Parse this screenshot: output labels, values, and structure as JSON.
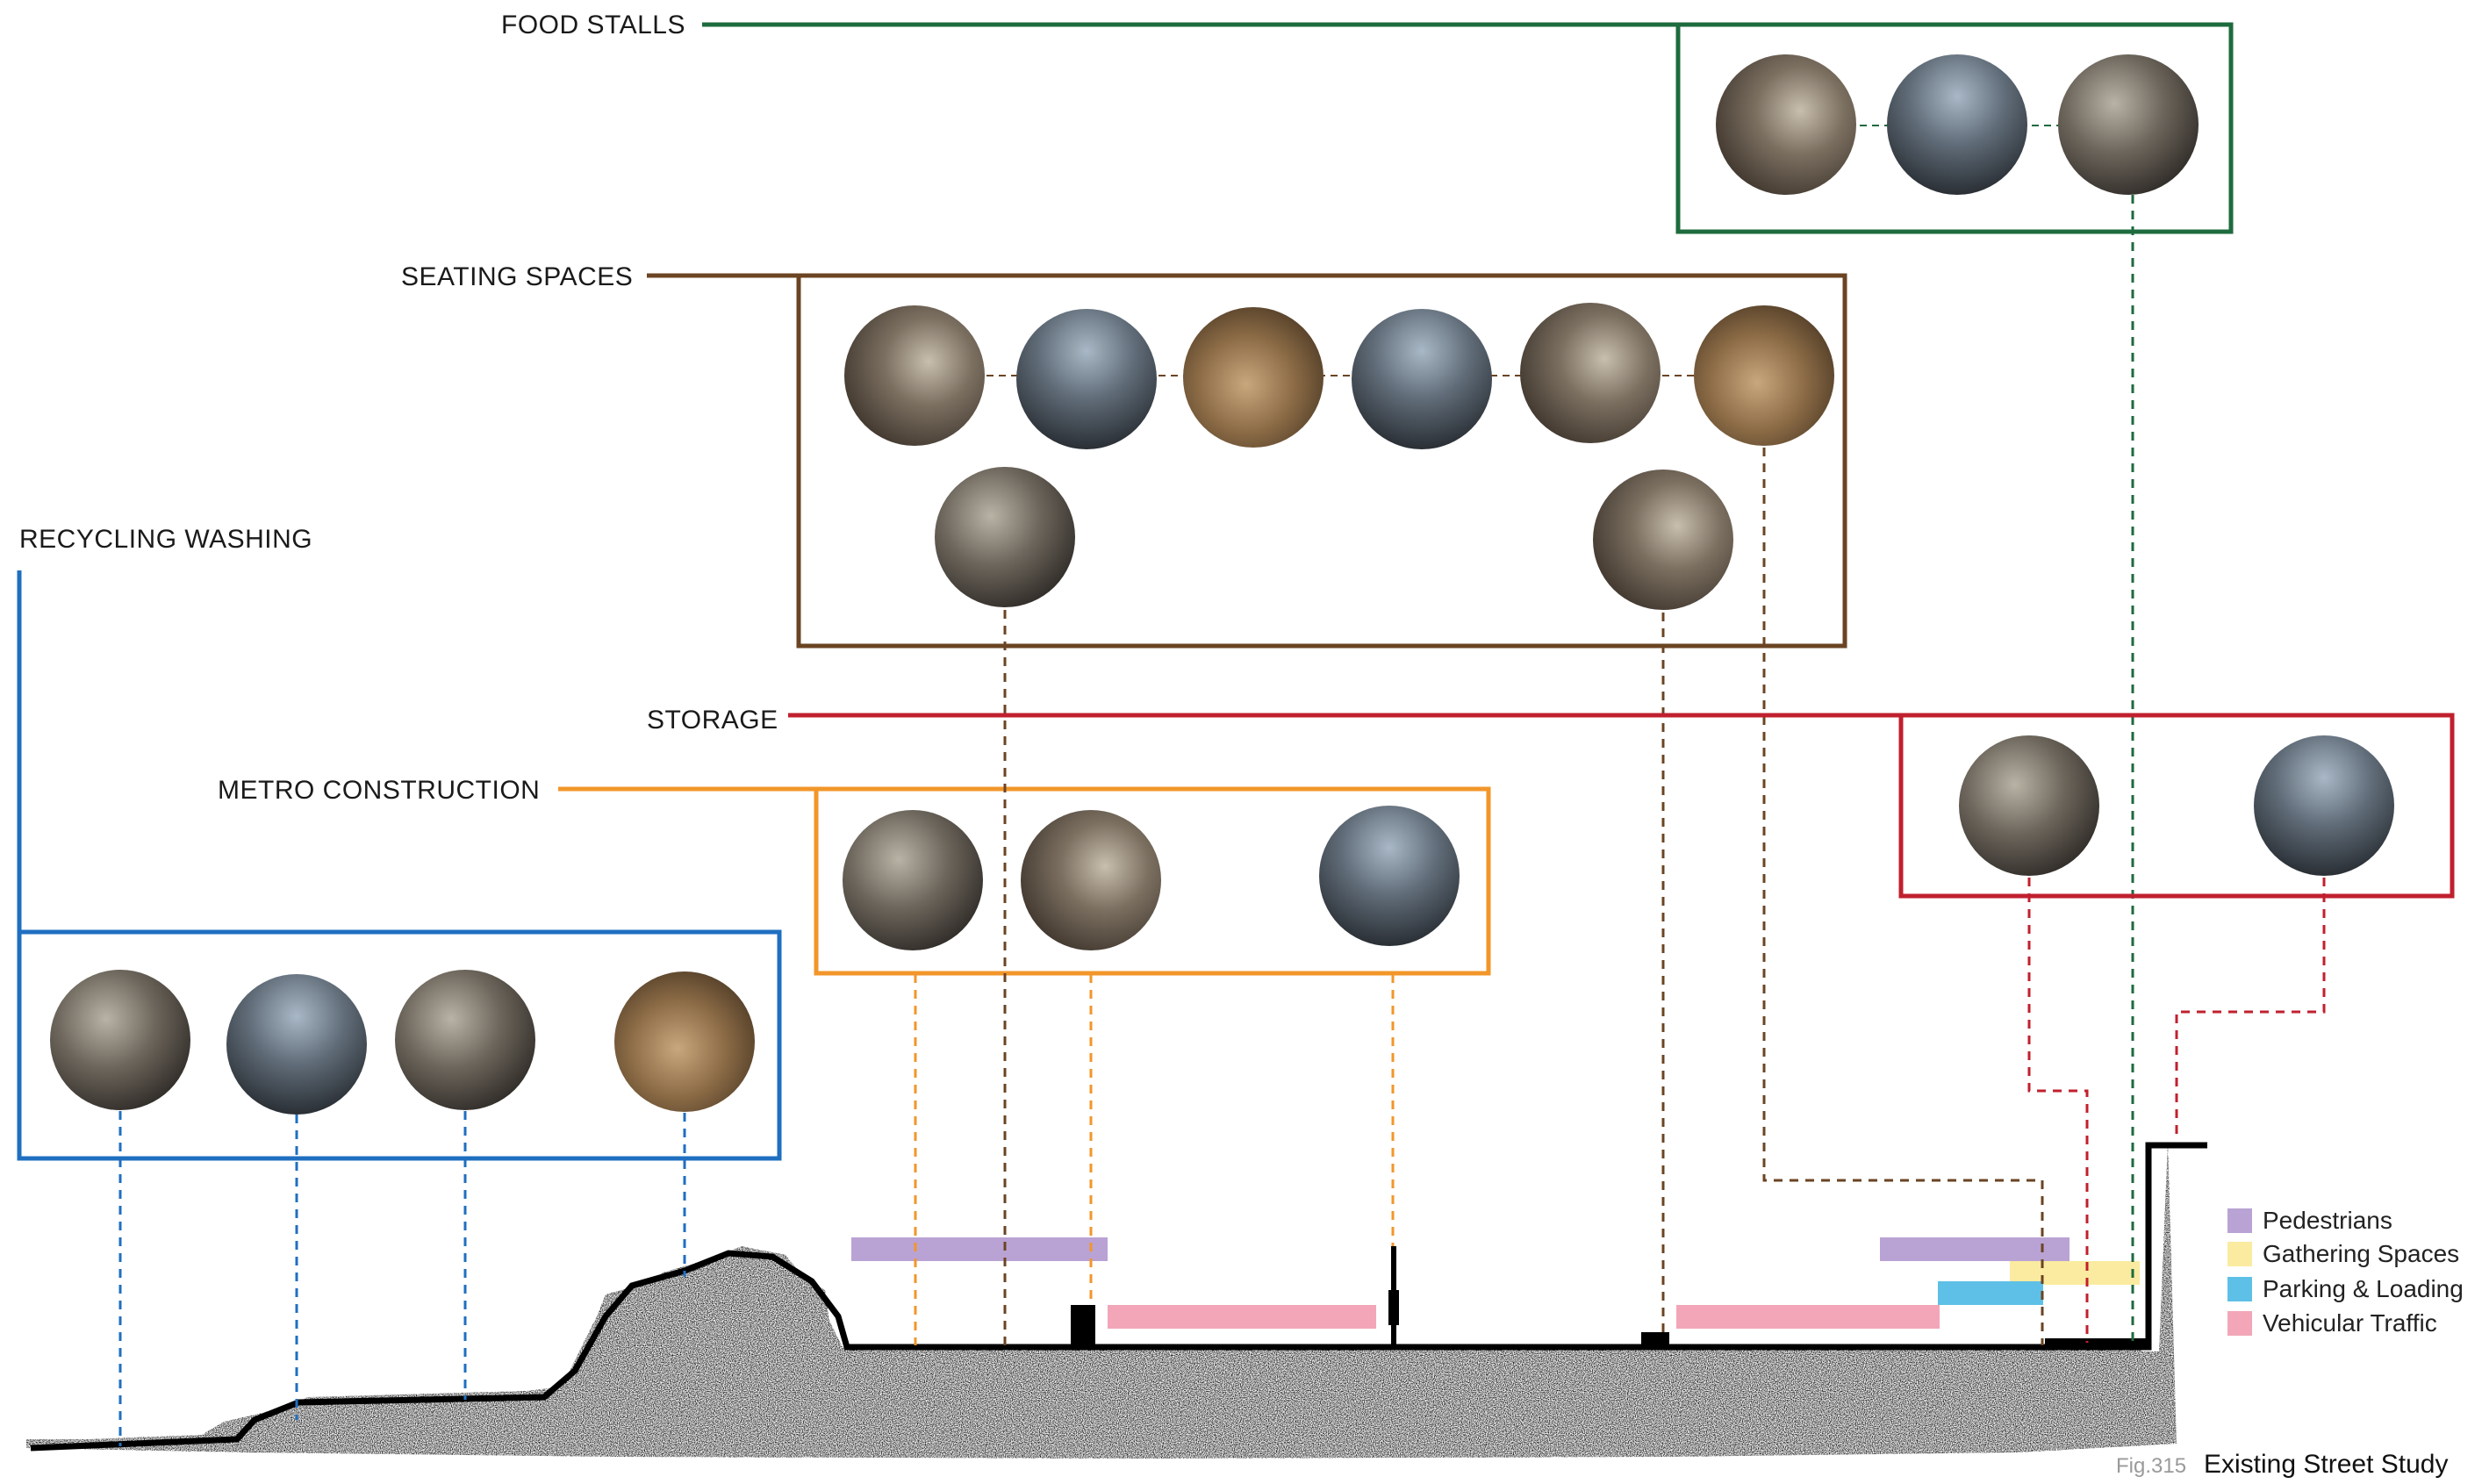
{
  "categories": {
    "food_stalls": {
      "label": "FOOD STALLS",
      "color": "#1e6b3e",
      "photo_count": 3
    },
    "seating_spaces": {
      "label": "SEATING SPACES",
      "color": "#6b4423",
      "photo_count": 8
    },
    "recycling_washing": {
      "label": "RECYCLING WASHING",
      "color": "#1f6fc0",
      "photo_count": 4
    },
    "storage": {
      "label": "STORAGE",
      "color": "#c0202e",
      "photo_count": 2
    },
    "metro_construction": {
      "label": "METRO CONSTRUCTION",
      "color": "#f2962a",
      "photo_count": 3
    }
  },
  "legend": [
    {
      "label": "Pedestrians",
      "color": "#b9a3d4"
    },
    {
      "label": "Gathering Spaces",
      "color": "#faeba0"
    },
    {
      "label": "Parking & Loading",
      "color": "#5ec0e6"
    },
    {
      "label": "Vehicular Traffic",
      "color": "#f2a6b8"
    }
  ],
  "caption": {
    "number": "Fig.315",
    "title": "Existing Street Study"
  }
}
